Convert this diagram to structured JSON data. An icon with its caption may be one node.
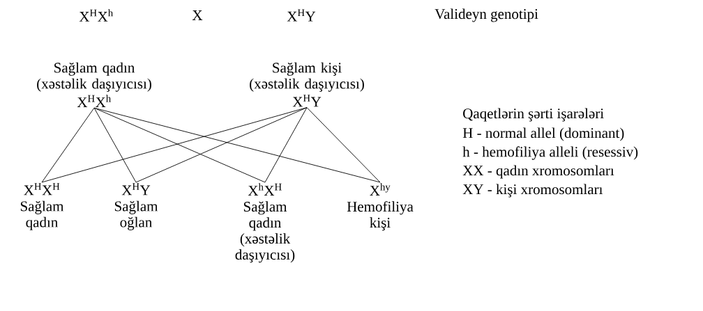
{
  "diagram": {
    "nodes": [
      {
        "text": [
          "\\mathrm{X^{H}X^{h}}"
        ],
        "beside": [
          "Sağlam qadın (xəstəlik daşıyıcısı)"
        ]
      },
      {
        "text": [
          "\\mathrm{X^{H}Y}"
        ],
        "beside": [
          "Sağlam kişi (xəstəlik daşıyıcısı)"
        ]
      },
      {
        "text": [
          "\\mathrm{X^{H}X^{H}}",
          "Sağlam qadın"
        ]
      },
      {
        "text": [
          "\\mathrm{X^{H}Y}",
          "Sağlam oğlan"
        ]
      },
      {
        "text": [
          "\\mathrm{X^{h}X^{H}}",
          "Sağlam qadın (xəstəlik daşıyıcısı)"
        ]
      },
      {
        "text": [
          "\\mathrm{X^{hy}}",
          "Hemofiliya kişi"
        ]
      }
    ],
    "edges": [
      {
        "from": 0,
        "to": 2,
        "arrow": "none"
      },
      {
        "from": 0,
        "to": 3,
        "arrow": "none"
      },
      {
        "from": 0,
        "to": 4,
        "arrow": "none"
      },
      {
        "from": 0,
        "to": 5,
        "arrow": "none"
      },
      {
        "from": 1,
        "to": 2,
        "arrow": "none"
      },
      {
        "from": 1,
        "to": 3,
        "arrow": "none"
      },
      {
        "from": 1,
        "to": 4,
        "arrow": "none"
      },
      {
        "from": 1,
        "to": 5,
        "arrow": "none"
      }
    ],
    "labels": [
      "\\mathrm{X^{H}X^{h}}",
      "X",
      "\\mathrm{X^{H}Y}",
      "Valideyn genotipi",
      "Qaqetlərin şərti işarələri",
      "H - normal allel (dominant)",
      "h - hemofiliya alleli (resessiv)",
      "XX - qadın xromosomları",
      "XY - kişi xromosomları"
    ]
  }
}
